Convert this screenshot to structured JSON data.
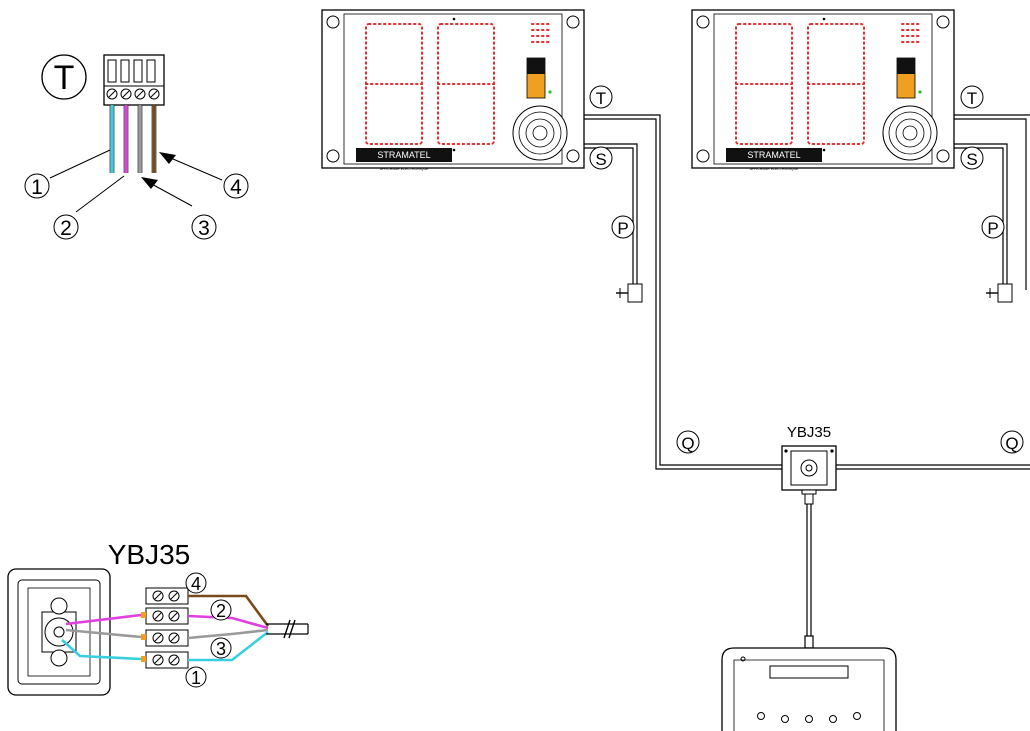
{
  "labels": {
    "connector": "T",
    "ybj35_top": "YBJ35",
    "ybj35_detail": "YBJ35",
    "t_right": "T",
    "t_far": "T",
    "s_right": "S",
    "s_far": "S",
    "p_right": "P",
    "p_far": "P",
    "q_left": "Q",
    "q_right": "Q"
  },
  "wire_numbers": {
    "w1": "1",
    "w2": "2",
    "w3": "3",
    "w4": "4",
    "d1": "1",
    "d2": "2",
    "d3": "3",
    "d4": "4"
  },
  "displays": [
    {
      "brand": "STRAMATEL",
      "tagline": "AFFICHAGE ELECTRONIQUE"
    },
    {
      "brand": "STRAMATEL",
      "tagline": "AFFICHAGE ELECTRONIQUE"
    }
  ],
  "wire_colors": {
    "wire1": "#38d0e0",
    "wire2": "#e040e0",
    "wire3": "#9a9a9a",
    "wire4": "#7a4a1a"
  },
  "accent_colors": {
    "led": "#e03030",
    "amber": "#f0a020"
  }
}
